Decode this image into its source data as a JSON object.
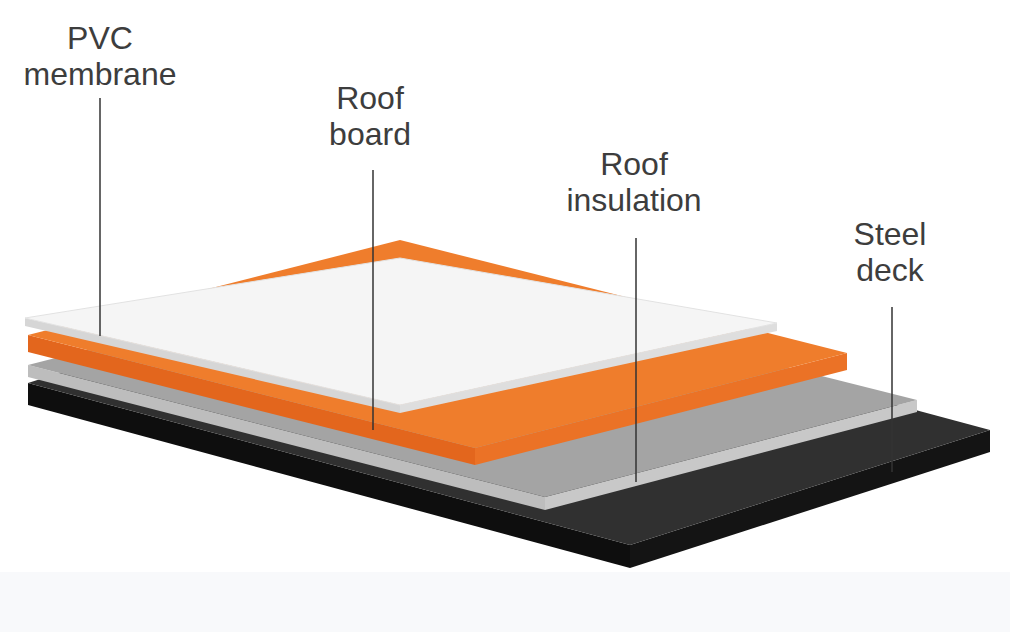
{
  "diagram": {
    "labels": [
      "PVC membrane",
      "Roof board",
      "Roof insulation",
      "Steel deck"
    ]
  }
}
